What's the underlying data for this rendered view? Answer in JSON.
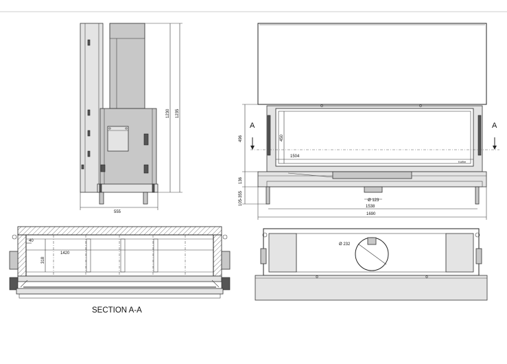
{
  "labels": {
    "section_marker_left": "A",
    "section_marker_right": "A",
    "section_caption": "SECTION A-A",
    "brand_badge": "Kalfire"
  },
  "dimensions": {
    "side_depth": "555",
    "side_height_1": "1230",
    "side_height_2": "1235",
    "front_glass_height": "496",
    "front_opening_height": "450",
    "front_glass_width": "1504",
    "front_base_height": "136",
    "front_leg_range": "105-355",
    "front_flue": "Ø 123",
    "front_inner_width": "1538",
    "front_total_width": "1690",
    "section_wall": "40",
    "section_inner_width": "1420",
    "section_depth": "318",
    "top_duct_diameter": "Ø 232"
  },
  "colors": {
    "line": "#222222",
    "fill_panel": "#c8c8c8",
    "fill_light": "#e4e4e4",
    "header_rule": "#cccccc"
  }
}
